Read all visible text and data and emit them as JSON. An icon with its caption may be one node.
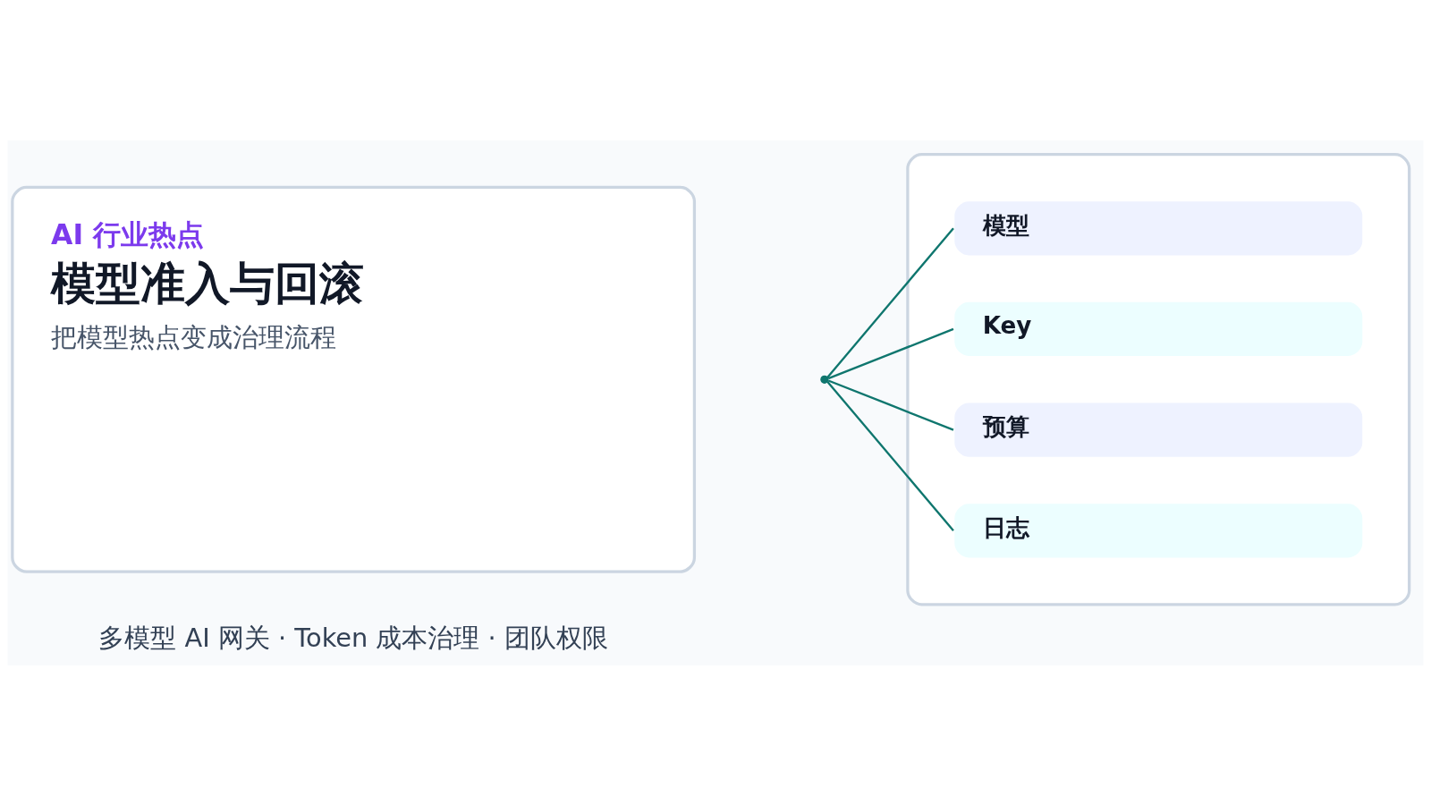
{
  "diagram": {
    "nodes": [
      {
        "text": [
          "AI 行业热点",
          "模型准入与回滚",
          "把模型热点变成治理流程"
        ]
      },
      {
        "text": [],
        "shape": "circle"
      },
      {
        "text": [],
        "shape": "box"
      },
      {
        "text": [
          "模型"
        ],
        "in": 2
      },
      {
        "text": [
          "Key"
        ],
        "in": 2
      },
      {
        "text": [
          "预算"
        ],
        "in": 2
      },
      {
        "text": [
          "日志"
        ],
        "in": 2
      }
    ],
    "edges": [
      {
        "from": 1,
        "to": 3,
        "arrow": "none"
      },
      {
        "from": 1,
        "to": 4,
        "arrow": "none"
      },
      {
        "from": 1,
        "to": 5,
        "arrow": "none"
      },
      {
        "from": 1,
        "to": 6,
        "arrow": "none"
      }
    ],
    "labels": [
      "多模型 AI 网关 · Token 成本治理 · 团队权限"
    ]
  }
}
